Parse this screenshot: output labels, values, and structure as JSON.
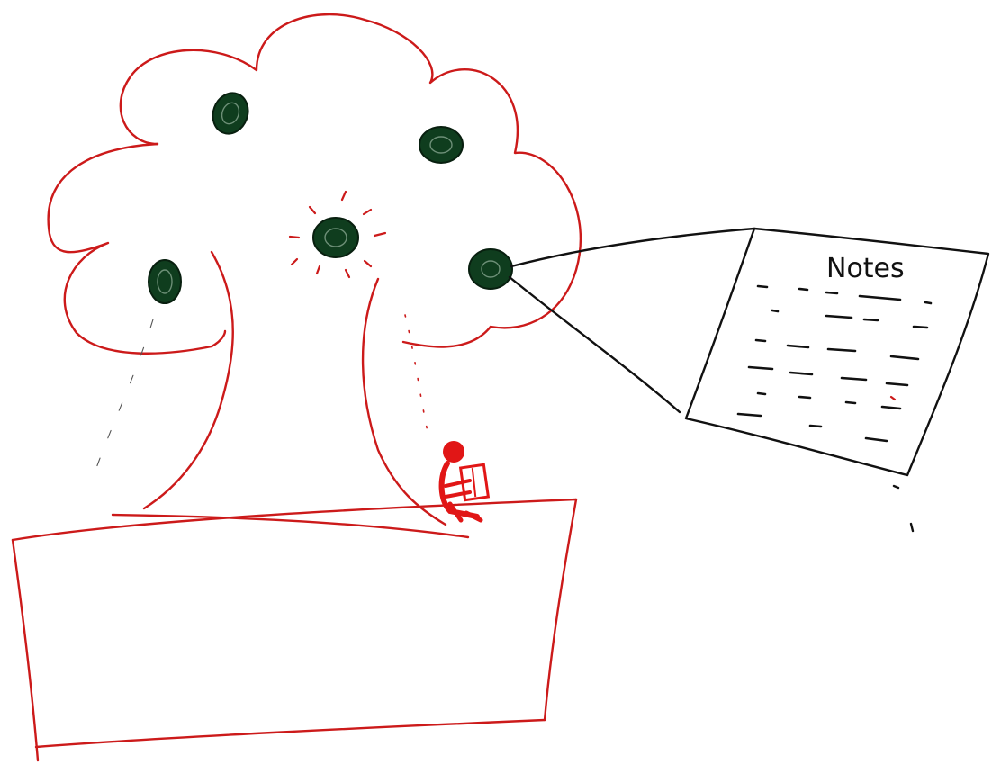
{
  "notes_panel": {
    "title": "Notes"
  },
  "colors": {
    "tree_outline": "#cc1a1a",
    "node_fill": "#0f3d1e",
    "connector": "#111111",
    "figure": "#e11616",
    "background": "#ffffff"
  },
  "icons": {
    "canopy_nodes": [
      "node-top-left",
      "node-top-right",
      "node-center-highlighted",
      "node-left",
      "node-right-linked"
    ],
    "figure": "person-reading-icon"
  }
}
